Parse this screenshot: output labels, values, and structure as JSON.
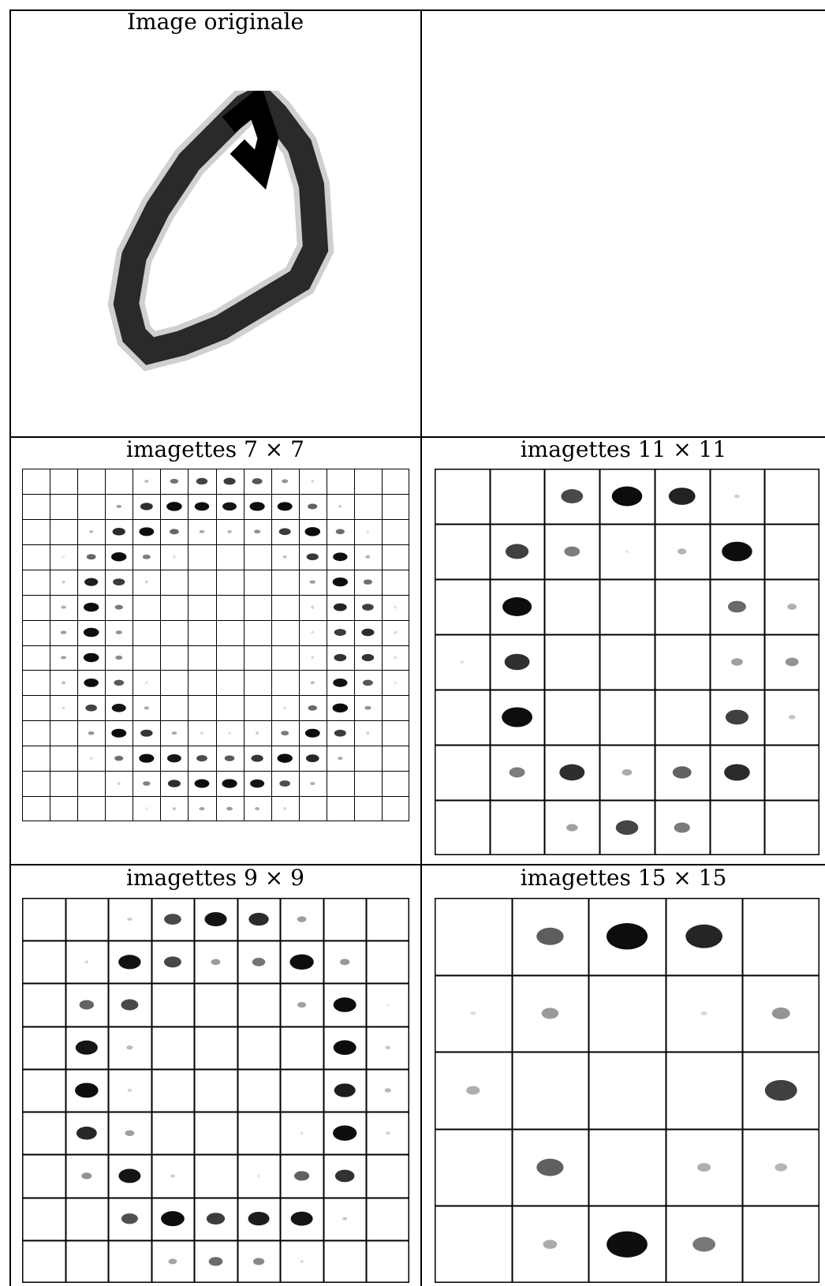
{
  "figure": {
    "titles": {
      "original": "Image originale",
      "grid7": "imagettes 7 × 7",
      "grid11": "imagettes 11 × 11",
      "grid9": "imagettes 9 × 9",
      "grid15": "imagettes 15 × 15"
    },
    "grids": {
      "grid7": {
        "cols": 14,
        "rows": 14
      },
      "grid11": {
        "cols": 7,
        "rows": 7
      },
      "grid9": {
        "cols": 9,
        "rows": 9
      },
      "grid15": {
        "cols": 5,
        "rows": 5
      }
    },
    "colors": {
      "ink": "#000000",
      "background": "#ffffff"
    }
  }
}
